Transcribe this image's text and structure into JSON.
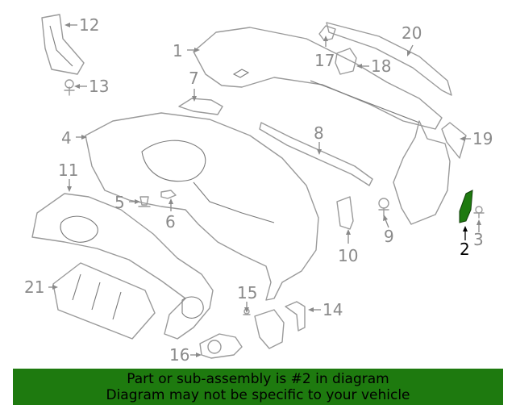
{
  "callouts": {
    "c1": "1",
    "c2": "2",
    "c3": "3",
    "c4": "4",
    "c5": "5",
    "c6": "6",
    "c7": "7",
    "c8": "8",
    "c9": "9",
    "c10": "10",
    "c11": "11",
    "c12": "12",
    "c13": "13",
    "c14": "14",
    "c15": "15",
    "c16": "16",
    "c17": "17",
    "c18": "18",
    "c19": "19",
    "c20": "20",
    "c21": "21"
  },
  "highlight_part": "2",
  "colors": {
    "highlight": "#1e7a0f",
    "banner": "#1e7a0f",
    "lines": "#9a9a9a"
  },
  "banner": {
    "line1": "Part or sub-assembly is #2 in diagram",
    "line2": "Diagram may not be specific to your vehicle"
  }
}
